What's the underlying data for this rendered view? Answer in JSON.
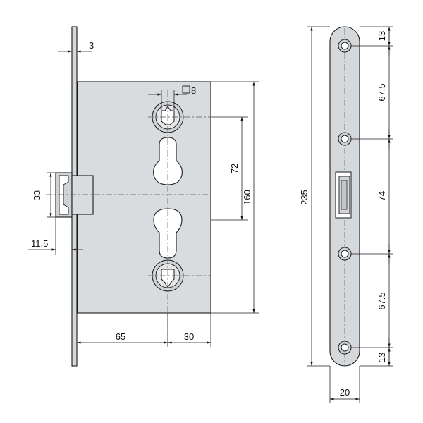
{
  "dimensions": {
    "faceplate_thickness": "3",
    "spindle_square": "8",
    "distance_72": "72",
    "body_height": "160",
    "latch_height": "33",
    "latch_projection": "11.5",
    "backset": "65",
    "spindle_to_edge": "30",
    "plate_length": "235",
    "top_hole": "13",
    "hole_spacing_upper": "67.5",
    "hole_spacing_middle": "74",
    "hole_spacing_lower": "67.5",
    "bottom_hole": "13",
    "plate_width": "20"
  }
}
